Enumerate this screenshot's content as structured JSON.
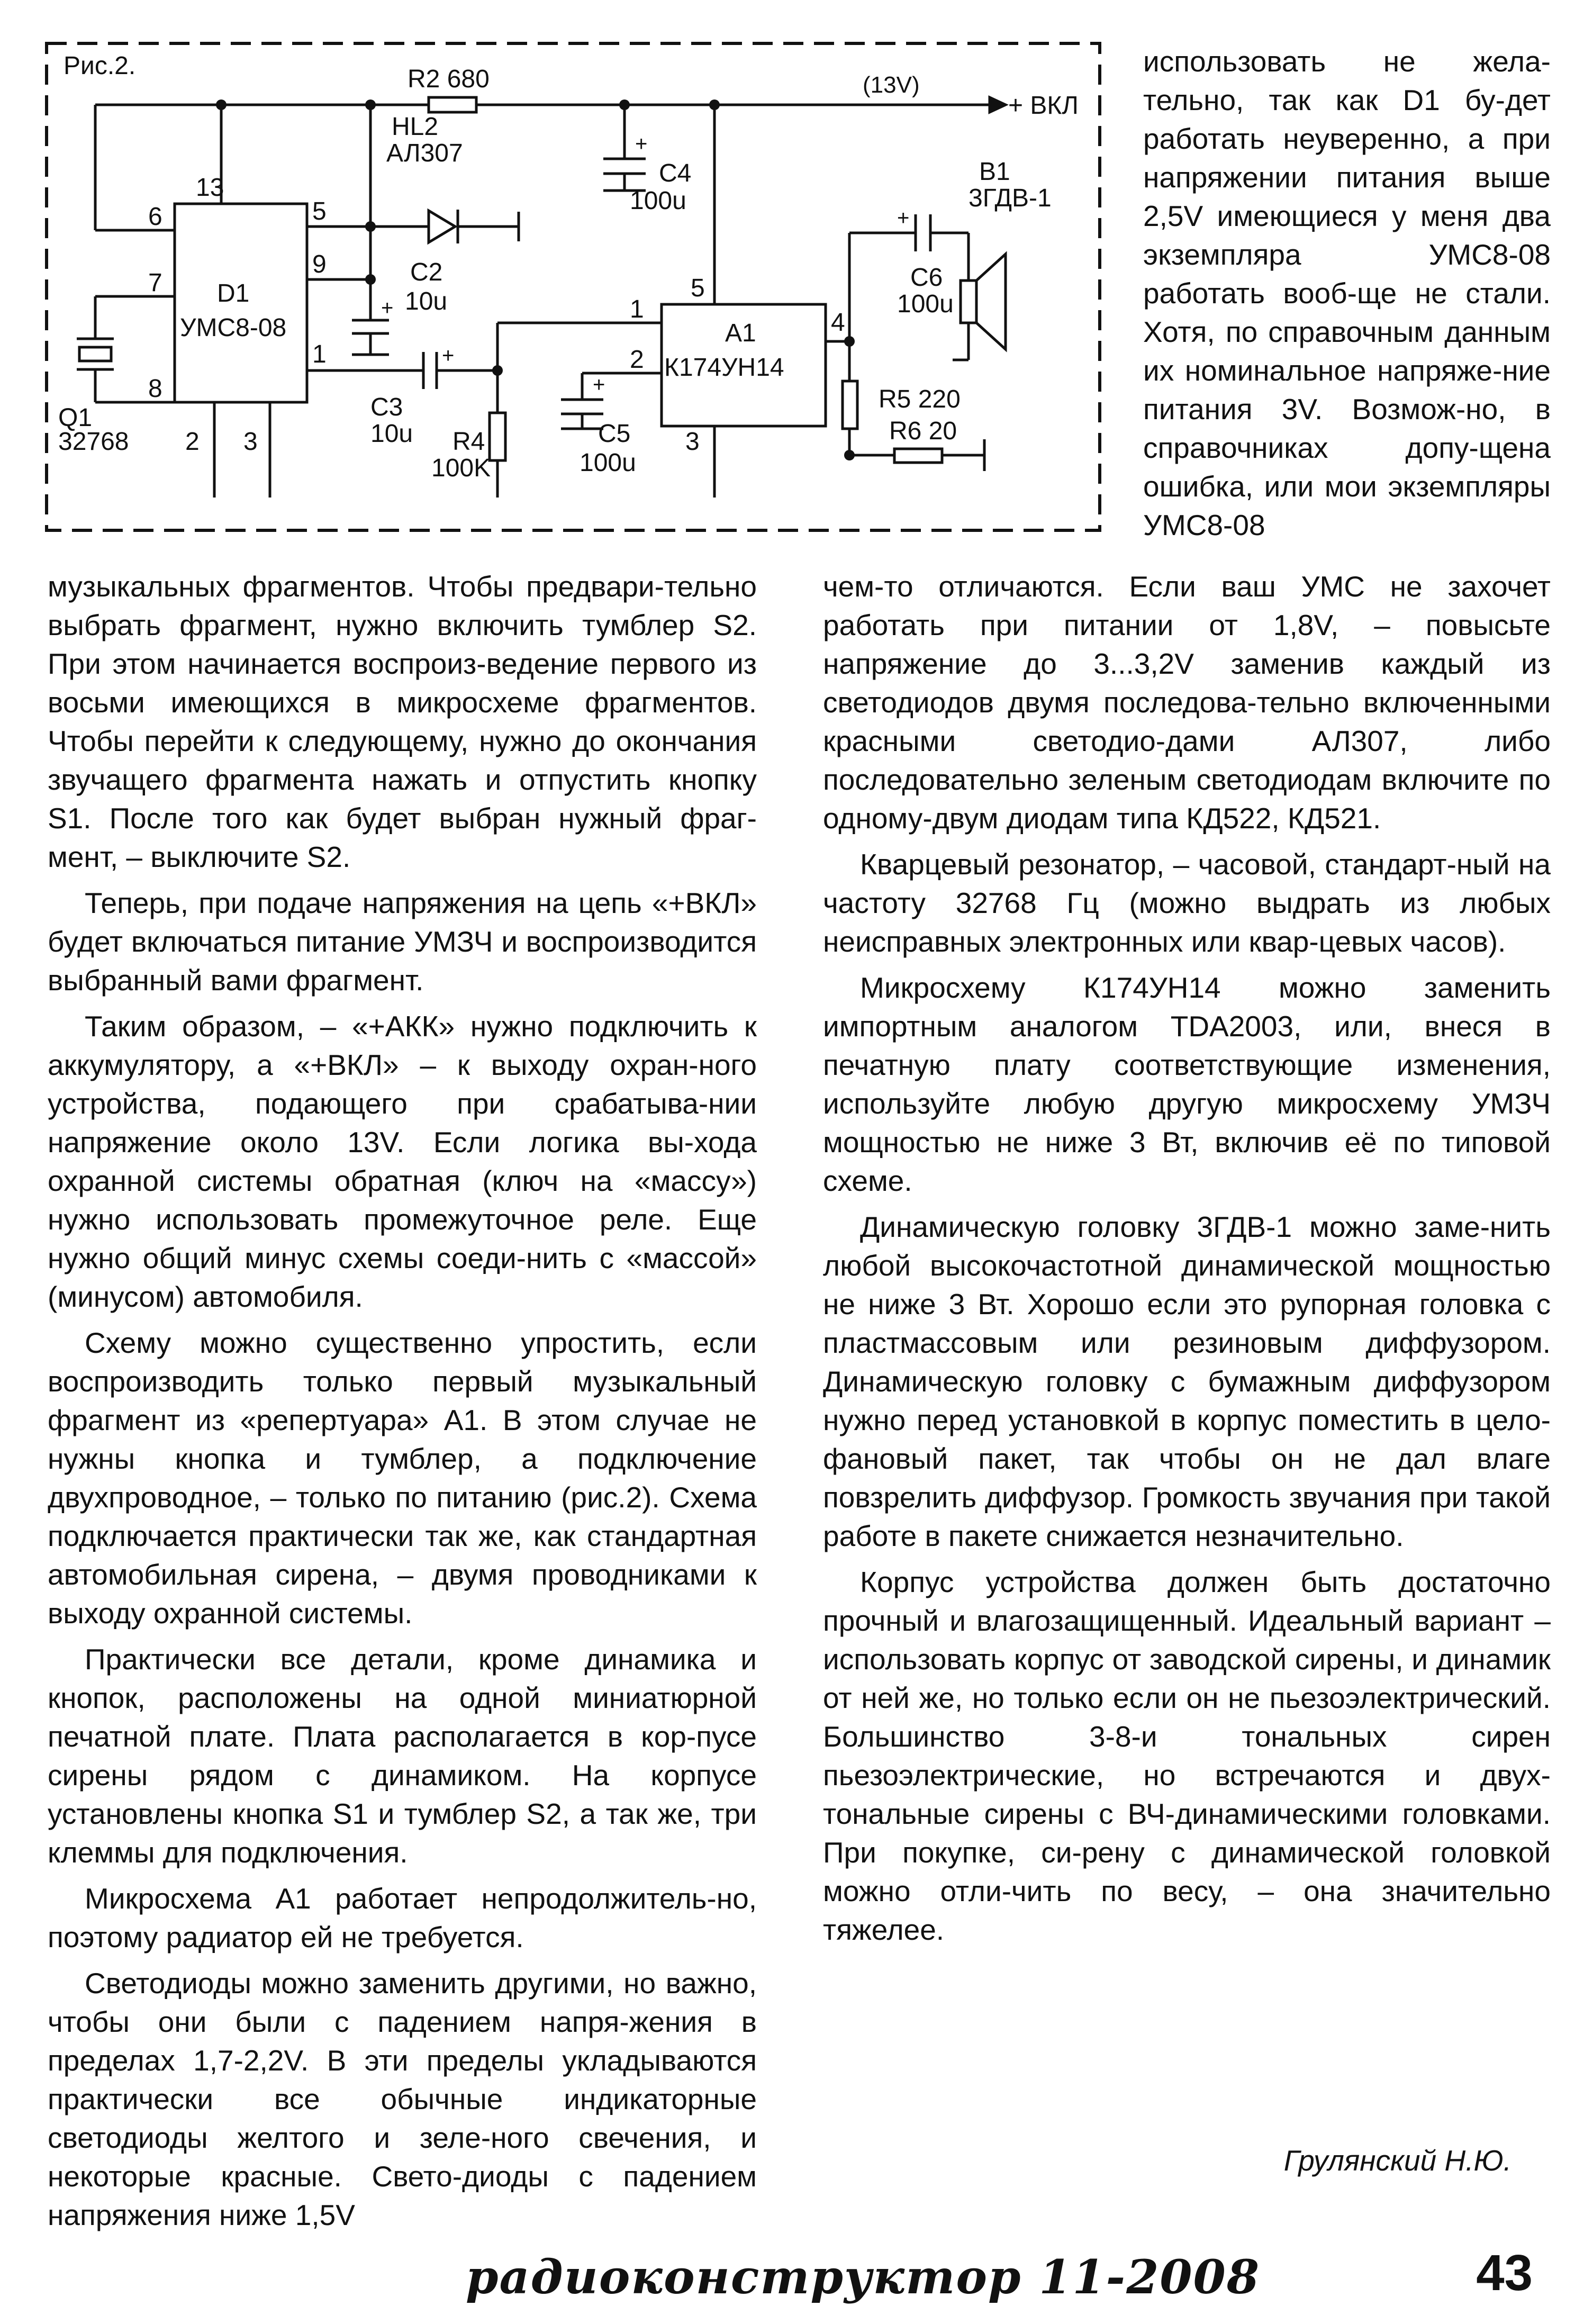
{
  "figure": {
    "caption": "Рис.2.",
    "labels": {
      "r2": "R2 680",
      "v13": "(13V)",
      "vkl": "+ ВКЛ",
      "hl2": "HL2",
      "al307": "АЛ307",
      "c4": "C4",
      "c4v": "100u",
      "b1": "B1",
      "b1type": "3ГДВ-1",
      "pin13": "13",
      "pin6": "6",
      "pin5a": "5",
      "pin9": "9",
      "pin7": "7",
      "d1": "D1",
      "d1type": "УМС8-08",
      "c2": "C2",
      "c2v": "10u",
      "pin1a": "1",
      "pin8": "8",
      "q1": "Q1",
      "q1v": "32768",
      "pin2a": "2",
      "pin3a": "3",
      "c3": "C3",
      "c3v": "10u",
      "r4": "R4",
      "r4v": "100K",
      "pin5b": "5",
      "pin1b": "1",
      "pin2b": "2",
      "pin3b": "3",
      "pin4": "4",
      "a1": "A1",
      "a1type": "К174УН14",
      "c5": "C5",
      "c5v": "100u",
      "c6": "C6",
      "c6v": "100u",
      "r5": "R5 220",
      "r6": "R6 20",
      "plus": "+"
    }
  },
  "right_top": [
    "использовать не жела-тельно, так как D1 бу-дет работать неуверенно, а при напряжении питания выше 2,5V имеющиеся у меня два экземпляра УМС8-08 работать вооб-ще не стали. Хотя, по справочным данным их номинальное напряже-ние питания 3V. Возмож-но, в справочниках допу-щена ошибка, или мои экземпляры УМС8-08"
  ],
  "left_col": [
    "музыкальных фрагментов. Чтобы предвари-тельно выбрать фрагмент, нужно включить тумблер S2. При этом начинается воспроиз-ведение первого из восьми имеющихся в микросхеме фрагментов. Чтобы перейти к следующему, нужно до окончания звучащего фрагмента нажать и отпустить кнопку S1. После того как будет выбран нужный фраг-мент, – выключите S2.",
    "Теперь, при подаче напряжения на цепь «+ВКЛ» будет включаться питание УМЗЧ и воспроизводится выбранный вами фрагмент.",
    "Таким образом, – «+АКК» нужно подключить к аккумулятору, а «+ВКЛ» – к выходу охран-ного устройства, подающего при срабатыва-нии напряжение около 13V. Если логика вы-хода охранной системы обратная (ключ на «массу») нужно использовать промежуточное реле. Еще нужно общий минус схемы соеди-нить с «массой» (минусом) автомобиля.",
    "Схему можно существенно упростить, если воспроизводить только первый музыкальный фрагмент из «репертуара» А1. В этом случае не нужны кнопка и тумблер, а подключение двухпроводное, – только по питанию (рис.2). Схема подключается практически так же, как стандартная автомобильная сирена, – двумя проводниками к выходу охранной системы.",
    "Практически все детали, кроме динамика и кнопок, расположены на одной миниатюрной печатной плате. Плата располагается в кор-пусе сирены рядом с динамиком. На корпусе установлены кнопка S1 и тумблер S2, а так же, три клеммы для подключения.",
    "Микросхема А1 работает непродолжитель-но, поэтому радиатор ей не требуется.",
    "Светодиоды можно заменить другими, но важно, чтобы они были с падением напря-жения в пределах 1,7-2,2V. В эти пределы укладываются практически все обычные индикаторные светодиоды желтого и зеле-ного свечения, и некоторые красные. Свето-диоды с падением напряжения ниже 1,5V"
  ],
  "right_col": [
    "чем-то отличаются. Если ваш УМС не захочет работать при питании от 1,8V, – повысьте напряжение до 3...3,2V заменив каждый из светодиодов двумя последова-тельно включенными красными светодио-дами АЛ307, либо последовательно зеленым светодиодам включите по одному-двум диодам типа КД522, КД521.",
    "Кварцевый резонатор, – часовой, стандарт-ный на частоту 32768 Гц (можно выдрать из любых неисправных электронных или квар-цевых часов).",
    "Микросхему К174УН14 можно заменить импортным аналогом TDA2003, или, внеся в печатную плату соответствующие изменения, используйте любую другую микросхему УМЗЧ мощностью не ниже 3 Вт, включив её по типовой схеме.",
    "Динамическую головку 3ГДВ-1 можно заме-нить любой высокочастотной динамической мощностью не ниже 3 Вт. Хорошо если это рупорная головка с пластмассовым или резиновым диффузором. Динамическую головку с бумажным диффузором нужно перед установкой в корпус поместить в цело-фановый пакет, так чтобы он не дал влаге повзрелить диффузор. Громкость звучания при такой работе в пакете снижается незначительно.",
    "Корпус устройства должен быть достаточно прочный и влагозащищенный. Идеальный вариант – использовать корпус от заводской сирены, и динамик от ней же, но только если он не пьезоэлектрический. Большинство 3-8-и тональных сирен пьезоэлектрические, но встречаются и двух-тональные сирены с ВЧ-динамическими головками. При покупке, си-рену с динамической головкой можно отли-чить по весу, – она значительно тяжелее."
  ],
  "author": "Грулянский Н.Ю.",
  "footer": {
    "magazine": "радиоконструктор 11-2008",
    "page": "43"
  }
}
